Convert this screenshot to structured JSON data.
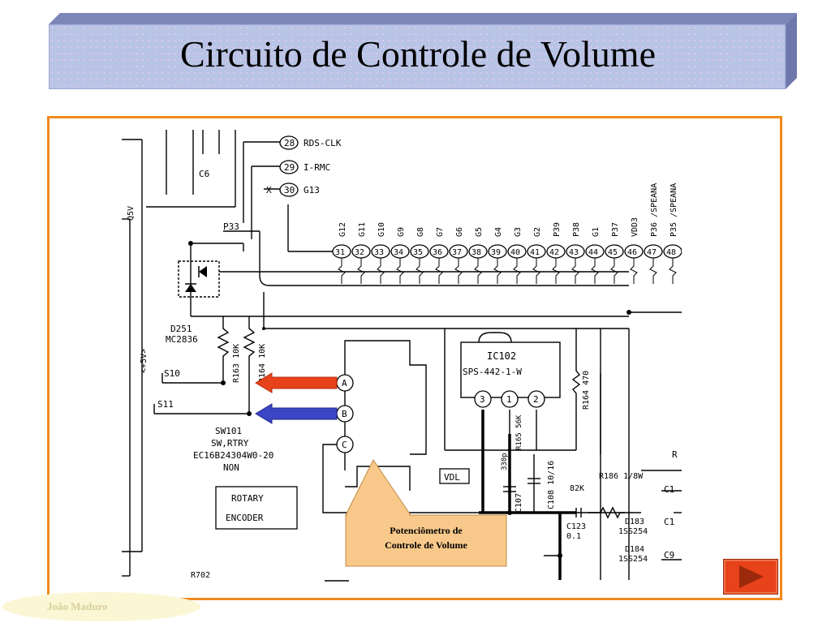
{
  "slide": {
    "title": "Circuito de Controle de Volume",
    "callout_line1": "Potenciômetro de",
    "callout_line2": "Controle de Volume",
    "author": "João Maduro",
    "next_button_icon": "play-arrow-icon",
    "accent_color": "#f08a1e",
    "button_color": "#e8421a"
  },
  "schematic": {
    "top_pins": [
      {
        "num": "28",
        "label": "RDS-CLK"
      },
      {
        "num": "29",
        "label": "I-RMC"
      },
      {
        "num": "30",
        "label": "G13"
      }
    ],
    "bus_pins": [
      "31",
      "32",
      "33",
      "34",
      "35",
      "36",
      "37",
      "38",
      "39",
      "40",
      "41",
      "42",
      "43",
      "44",
      "45",
      "46",
      "47",
      "48"
    ],
    "bus_labels": [
      "G12",
      "G11",
      "G10",
      "G9",
      "G8",
      "G7",
      "G6",
      "G5",
      "G4",
      "G3",
      "G2",
      "P39",
      "P38",
      "G1",
      "P37",
      "VDD3",
      "P36 /SPEANA",
      "P35 /SPEANA"
    ],
    "labels": {
      "c6": "C6",
      "p33": "P33",
      "q5v": "Q5V",
      "plus5v": "<+5V>",
      "d251": "D251",
      "d251_part": "MC2836",
      "r163": "R163 10K",
      "r164": "R164 10K",
      "s10": "S10",
      "s11": "S11",
      "sw_name": "SW101",
      "sw_type": "SW,RTRY",
      "sw_part": "EC16B24304W0-20",
      "sw_non": "NON",
      "rotary1": "ROTARY",
      "rotary2": "ENCODER",
      "pin_a": "A",
      "pin_b": "B",
      "pin_c": "C",
      "ic_name": "IC102",
      "ic_part": "SPS-442-1-W",
      "ic_pin3": "3",
      "ic_pin1": "1",
      "ic_pin2": "2",
      "r164_470": "R164 470",
      "r165": "R165 56K",
      "c330": "330p",
      "vdl": "VDL",
      "c107": "C107",
      "c108": "C108 10/16",
      "r186": "R186 1/8W",
      "r82k": "82K",
      "c123": "C123",
      "c123_val": "0.1",
      "d183": "D183",
      "d183_part": "1SS254",
      "d184": "D184",
      "d184_part": "1SS254",
      "r702": "R702",
      "edge_r": "R",
      "edge_c1a": "C1",
      "edge_c1b": "C1",
      "edge_c9": "C9",
      "x_mark": "X"
    }
  }
}
